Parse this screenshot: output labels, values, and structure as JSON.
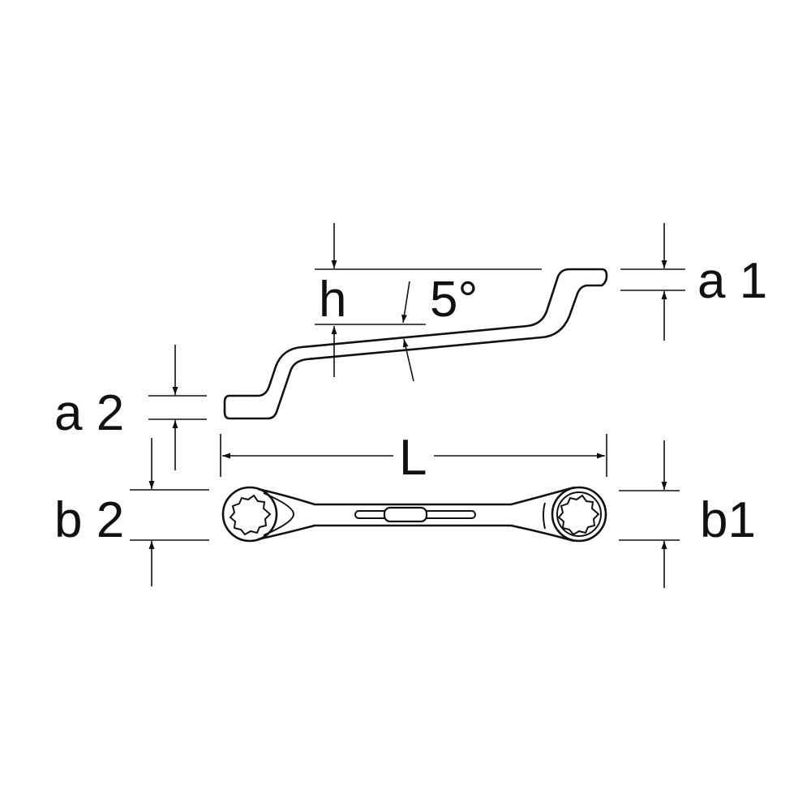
{
  "diagram": {
    "subject": "Double-ended offset ring spanner (12-point)",
    "views": [
      "side-view",
      "top-view"
    ],
    "offset_angle": "5°",
    "labels": {
      "h": "h",
      "angle": "5°",
      "a1": "a 1",
      "a2": "a 2",
      "L": "L",
      "b1": "b1",
      "b2": "b 2"
    },
    "colors": {
      "line": "#111111",
      "background": "#ffffff"
    }
  }
}
